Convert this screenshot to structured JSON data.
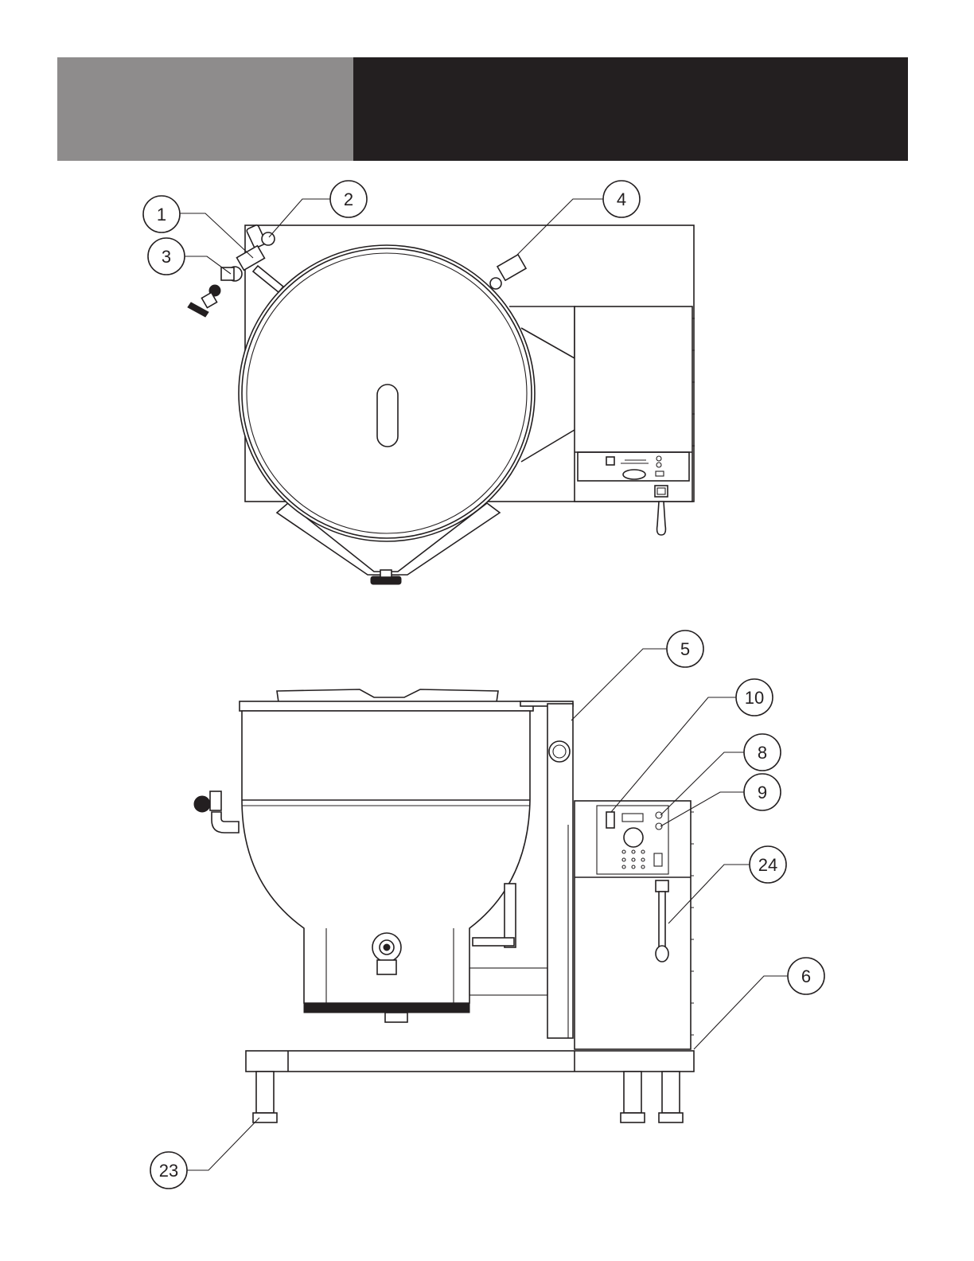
{
  "header": {
    "left_color": "#8e8c8c",
    "right_color": "#231f20"
  },
  "callouts": {
    "c1": "1",
    "c2": "2",
    "c3": "3",
    "c4": "4",
    "c5": "5",
    "c6": "6",
    "c8": "8",
    "c9": "9",
    "c10": "10",
    "c23": "23",
    "c24": "24"
  }
}
